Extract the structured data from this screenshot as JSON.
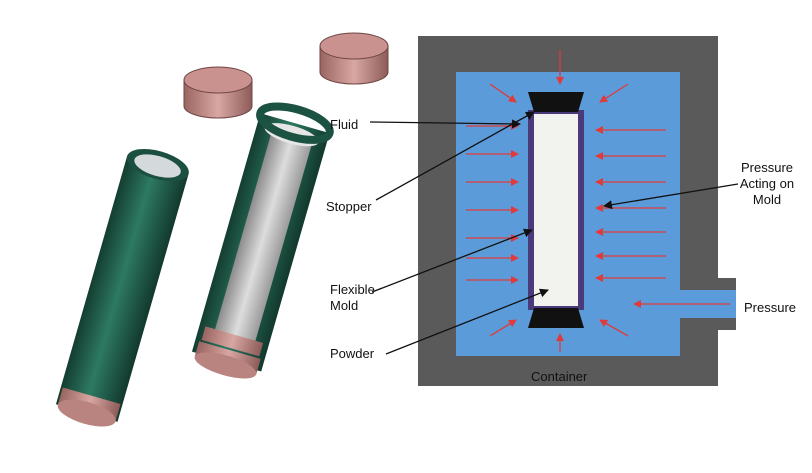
{
  "labels": {
    "fluid": "Fluid",
    "stopper": "Stopper",
    "flexible_mold_1": "Flexible",
    "flexible_mold_2": "Mold",
    "powder": "Powder",
    "pressure_acting_1": "Pressure",
    "pressure_acting_2": "Acting on",
    "pressure_acting_3": "Mold",
    "pressure": "Pressure",
    "container": "Container"
  },
  "colors": {
    "tube_green": "#1f5a48",
    "cap_pink": "#c48f8c",
    "container_gray": "#5a5a5a",
    "fluid_blue": "#5b9bd9",
    "arrow_red": "#e03a3a",
    "mold_white": "#f2f2ee",
    "stopper_black": "#111111"
  }
}
